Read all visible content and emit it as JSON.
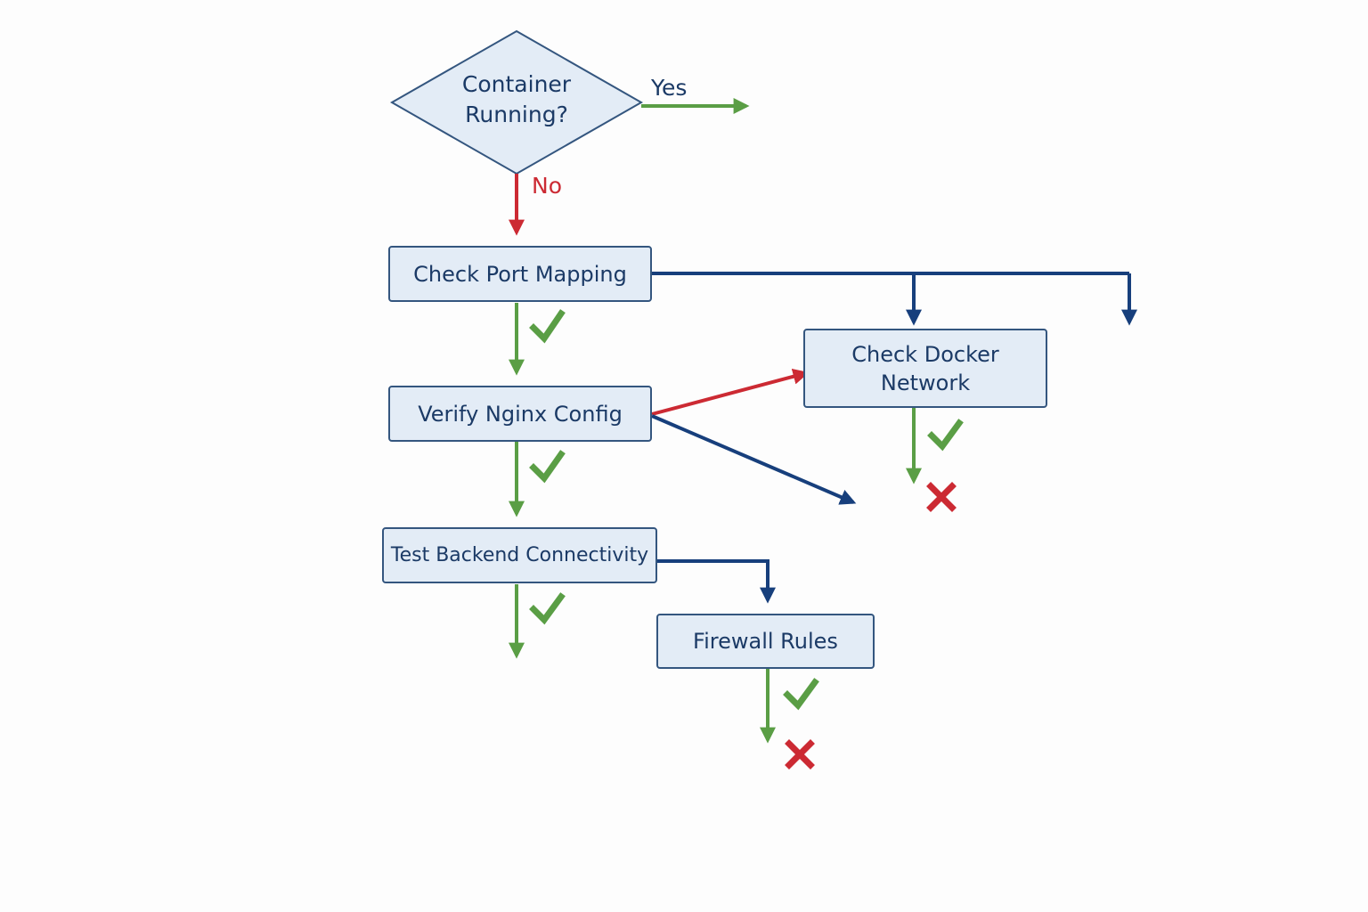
{
  "colors": {
    "node_fill": "#e3ecf6",
    "node_border": "#34567f",
    "text": "#1b3a66",
    "navy": "#173f7c",
    "green": "#5a9e45",
    "red": "#cc2a33"
  },
  "decision": {
    "line1": "Container",
    "line2": "Running?",
    "yes_label": "Yes",
    "no_label": "No"
  },
  "nodes": {
    "check_port_mapping": "Check Port Mapping",
    "verify_nginx_config": "Verify Nginx Config",
    "test_backend_connectivity": "Test Backend Connectivity",
    "check_docker_network_line1": "Check Docker",
    "check_docker_network_line2": "Network",
    "firewall_rules": "Firewall Rules"
  }
}
